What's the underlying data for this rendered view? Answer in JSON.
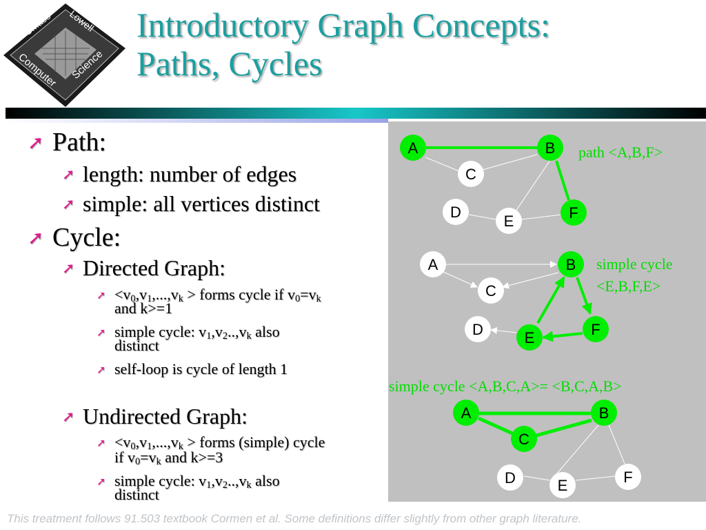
{
  "title": {
    "line1": "Introductory Graph Concepts:",
    "line2": "Paths, Cycles"
  },
  "logo": {
    "top_left": "UMass",
    "top_right": "Lowell",
    "bottom_left": "Computer",
    "bottom_right": "Science"
  },
  "bullets": {
    "path": {
      "label": "Path:",
      "items": [
        "length: number of edges",
        "simple: all vertices distinct"
      ]
    },
    "cycle": {
      "label": "Cycle:"
    },
    "directed": {
      "label": "Directed Graph:",
      "item1_pre": "<v",
      "item1_s0": "0",
      "item1_c1": ",v",
      "item1_s1": "1",
      "item1_c2": ",...,v",
      "item1_sk": "k",
      "item1_mid": " > forms cycle if v",
      "item1_s0b": "0",
      "item1_eq": "=v",
      "item1_skb": "k",
      "item1_line2": "and k>=1",
      "item2_pre": "simple cycle: v",
      "item2_s1": "1",
      "item2_c1": ",v",
      "item2_s2": "2",
      "item2_c2": "..,v",
      "item2_sk": "k",
      "item2_post": " also",
      "item2_line2": "distinct",
      "item3": "self-loop is cycle of length 1"
    },
    "undirected": {
      "label": "Undirected Graph:",
      "item1_pre": "<v",
      "item1_s0": "0",
      "item1_c1": ",v",
      "item1_s1": "1",
      "item1_c2": ",...,v",
      "item1_sk": "k",
      "item1_mid": " > forms (simple) cycle",
      "item1_l2a": "if v",
      "item1_l2s0": "0",
      "item1_l2b": "=v",
      "item1_l2sk": "k",
      "item1_l2c": " and k>=3",
      "item2_pre": "simple cycle: v",
      "item2_s1": "1",
      "item2_c1": ",v",
      "item2_s2": "2",
      "item2_c2": "..,v",
      "item2_sk": "k",
      "item2_post": " also",
      "item2_line2": "distinct"
    }
  },
  "graphs": {
    "g1": {
      "caption": "path <A,B,F>"
    },
    "g2": {
      "caption_line1": "simple cycle",
      "caption_line2": "<E,B,F,E>"
    },
    "g3": {
      "caption": "simple cycle <A,B,C,A>= <B,C,A,B>"
    }
  },
  "node_labels": {
    "A": "A",
    "B": "B",
    "C": "C",
    "D": "D",
    "E": "E",
    "F": "F"
  },
  "colors": {
    "title": "#1a9fa0",
    "bullet_arrow": "#e0198c",
    "highlight": "#00ee00",
    "caption": "#00dd00",
    "panel": "#c0c0c0",
    "footer": "#c0c4c8"
  },
  "footer": "This treatment follows 91.503 textbook Cormen et al.  Some definitions differ slightly from other graph literature."
}
